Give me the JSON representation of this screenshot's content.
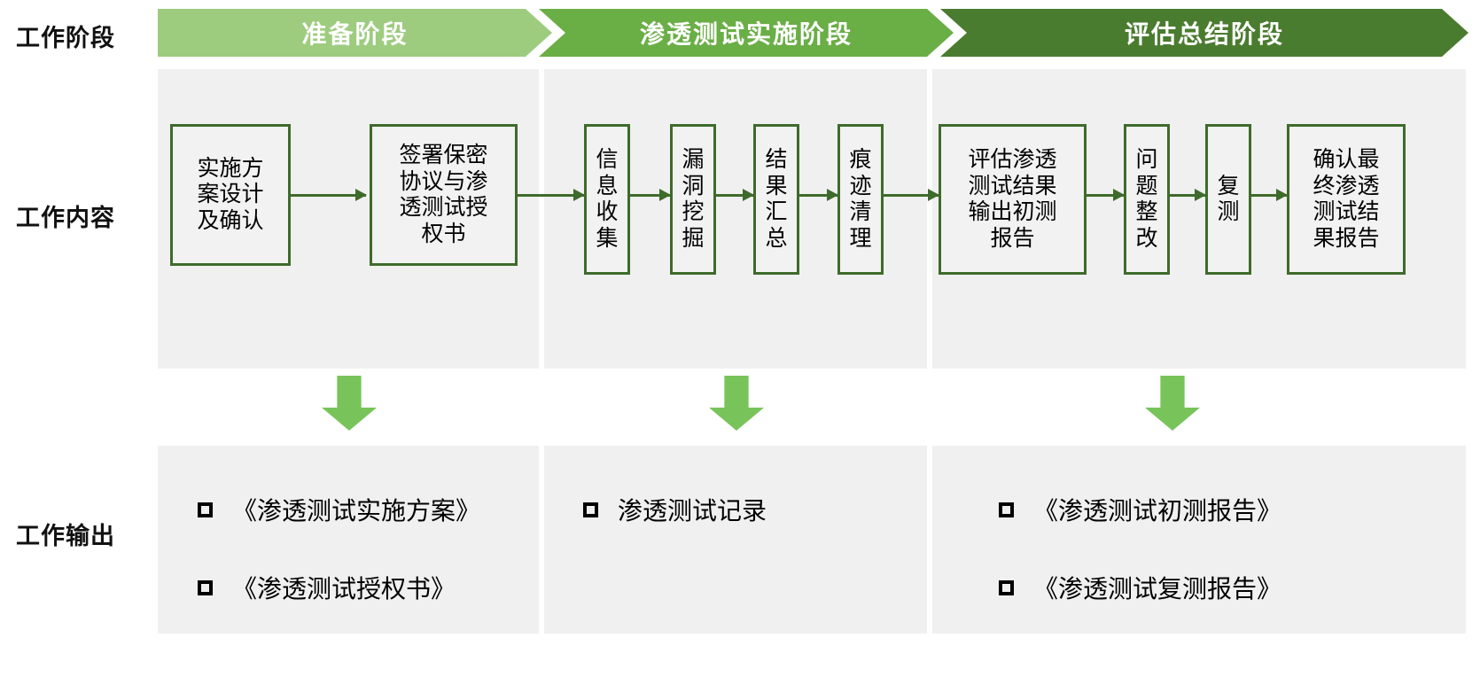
{
  "rows": {
    "stage_label": "工作阶段",
    "content_label": "工作内容",
    "output_label": "工作输出"
  },
  "colors": {
    "stage1": "#9DCC7F",
    "stage2": "#6AAE46",
    "stage3": "#4A7C2F",
    "panel_bg": "#F0F0F0",
    "box_border": "#3E6B2B",
    "arrow_green": "#78C45A",
    "text": "#000000"
  },
  "stages": [
    {
      "title": "准备阶段"
    },
    {
      "title": "渗透测试实施阶段"
    },
    {
      "title": "评估总结阶段"
    }
  ],
  "steps": {
    "stage1": [
      {
        "lines": [
          "实施方",
          "案设计",
          "及确认"
        ]
      },
      {
        "lines": [
          "签署保密",
          "协议与渗",
          "透测试授",
          "权书"
        ]
      }
    ],
    "stage2": [
      {
        "lines": [
          "信",
          "息",
          "收",
          "集"
        ]
      },
      {
        "lines": [
          "漏",
          "洞",
          "挖",
          "掘"
        ]
      },
      {
        "lines": [
          "结",
          "果",
          "汇",
          "总"
        ]
      },
      {
        "lines": [
          "痕",
          "迹",
          "清",
          "理"
        ]
      }
    ],
    "stage3": [
      {
        "lines": [
          "评估渗透",
          "测试结果",
          "输出初测",
          "报告"
        ]
      },
      {
        "lines": [
          "问",
          "题",
          "整",
          "改"
        ]
      },
      {
        "lines": [
          "复",
          "测"
        ]
      },
      {
        "lines": [
          "确认最",
          "终渗透",
          "测试结",
          "果报告"
        ]
      }
    ]
  },
  "outputs": {
    "stage1": [
      "《渗透测试实施方案》",
      "《渗透测试授权书》"
    ],
    "stage2": [
      "渗透测试记录"
    ],
    "stage3": [
      "《渗透测试初测报告》",
      "《渗透测试复测报告》"
    ]
  }
}
